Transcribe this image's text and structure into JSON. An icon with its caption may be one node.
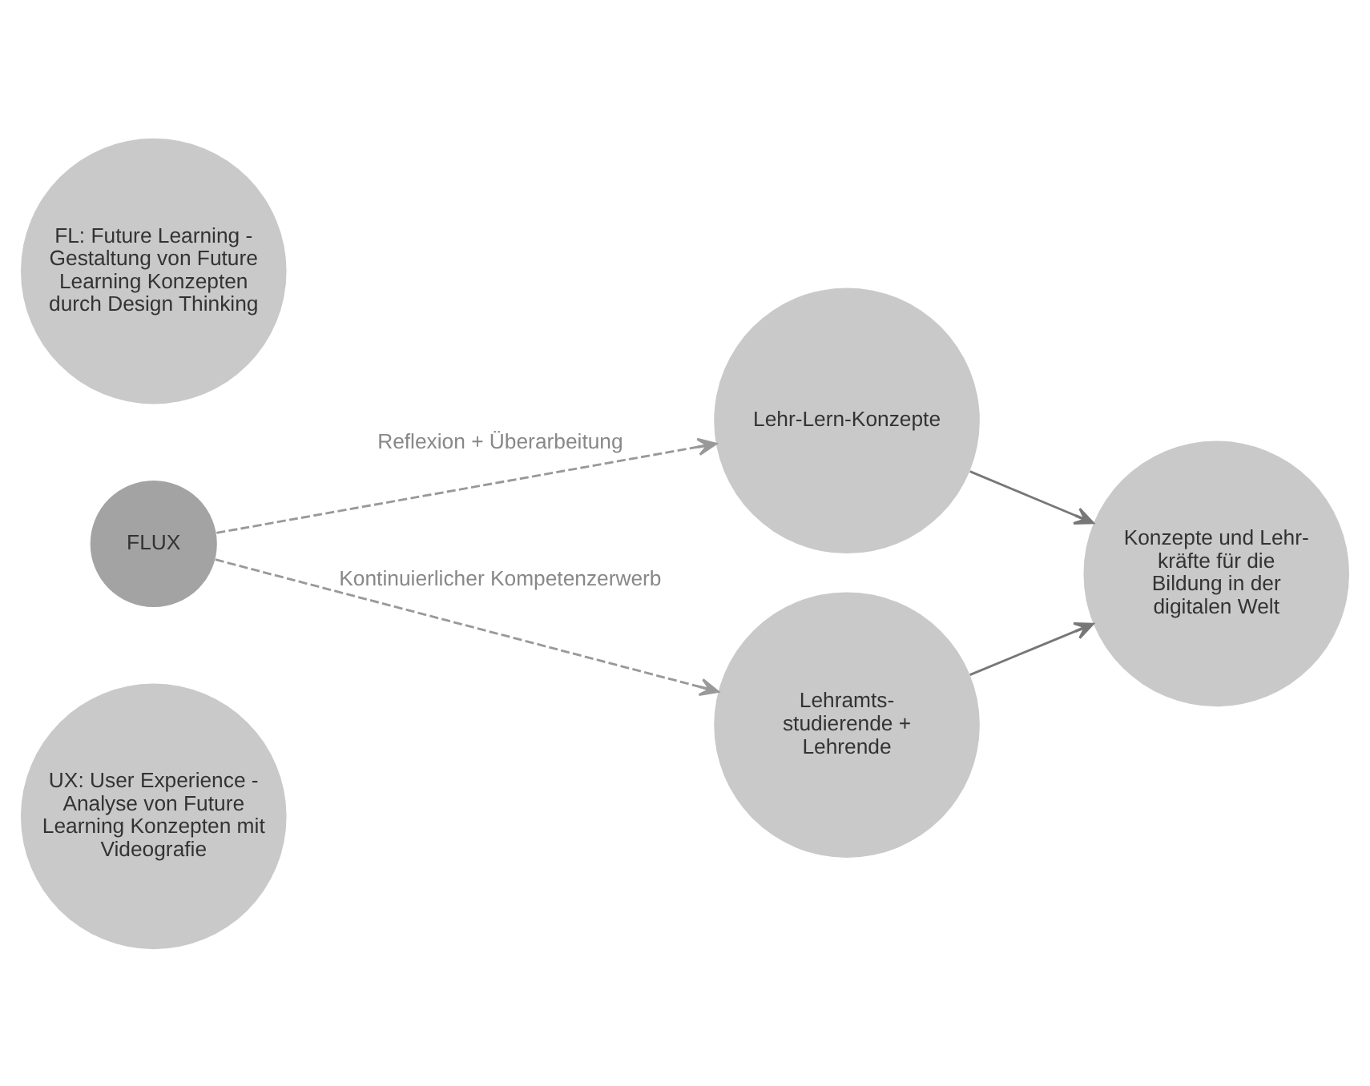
{
  "diagram": {
    "nodes": [
      {
        "text": [
          "Lehr-Lern-Konzepte"
        ]
      },
      {
        "text": [
          "FL: Future Learning - Gestaltung von Future Learning Konzepten durch Design Thinking"
        ]
      },
      {
        "text": [
          "FLUX"
        ]
      },
      {
        "text": [
          "UX: User Experience - Analyse von Future Learning Konzepten mit Videografie"
        ]
      },
      {
        "text": [
          "Lehramts- studierende + Lehrende"
        ]
      },
      {
        "text": [
          "Konzepte und Lehr- kräfte für die Bildung in der digitalen Welt"
        ]
      }
    ],
    "edges": [
      {
        "from": 0,
        "to": 5,
        "arrow": "to"
      },
      {
        "from": 4,
        "to": 5,
        "arrow": "to"
      },
      {
        "from": 2,
        "to": 0,
        "arrow": "to",
        "label": "Reflexion + Überarbeitung",
        "style": "dashed",
        "color": "#999999"
      },
      {
        "from": 2,
        "to": 4,
        "arrow": "to",
        "label": "Kontinuierlicher Kompetenzerwerb",
        "style": "dashed",
        "color": "#999999"
      }
    ]
  }
}
